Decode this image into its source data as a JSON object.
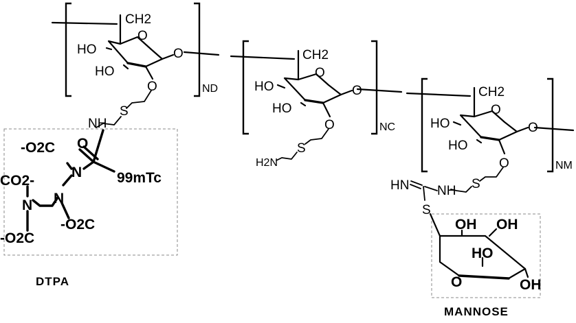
{
  "units": {
    "nd": {
      "ch2": "CH2",
      "ho1": "HO",
      "ho2": "HO",
      "o_ring": "O",
      "o_link": "O",
      "o_sub": "O",
      "nh": "NH",
      "s": "S",
      "subscript": "ND"
    },
    "nc": {
      "ch2": "CH2",
      "ho1": "HO",
      "ho2": "HO",
      "o_ring": "O",
      "o_link": "O",
      "o_sub": "O",
      "s": "S",
      "h2n": "H2N",
      "subscript": "NC"
    },
    "nm": {
      "ch2": "CH2",
      "ho1": "HO",
      "ho2": "HO",
      "o_ring": "O",
      "o_link": "O",
      "o_sub": "O",
      "s": "S",
      "nh": "NH",
      "hn": "HN",
      "subscript": "NM"
    }
  },
  "dtpa": {
    "caption": "DTPA",
    "carbonyl_o": "O",
    "tc": "99mTc",
    "co2_a": "-O2C",
    "co2_b": "CO2-",
    "co2_c": "-O2C",
    "co2_d": "-O2C",
    "n1": "N",
    "n2": "N",
    "n3": "N"
  },
  "mannose": {
    "caption": "MANNOSE",
    "s": "S",
    "oh1": "OH",
    "oh2": "OH",
    "ho": "HO",
    "oh3": "OH",
    "o_ring": "O"
  }
}
